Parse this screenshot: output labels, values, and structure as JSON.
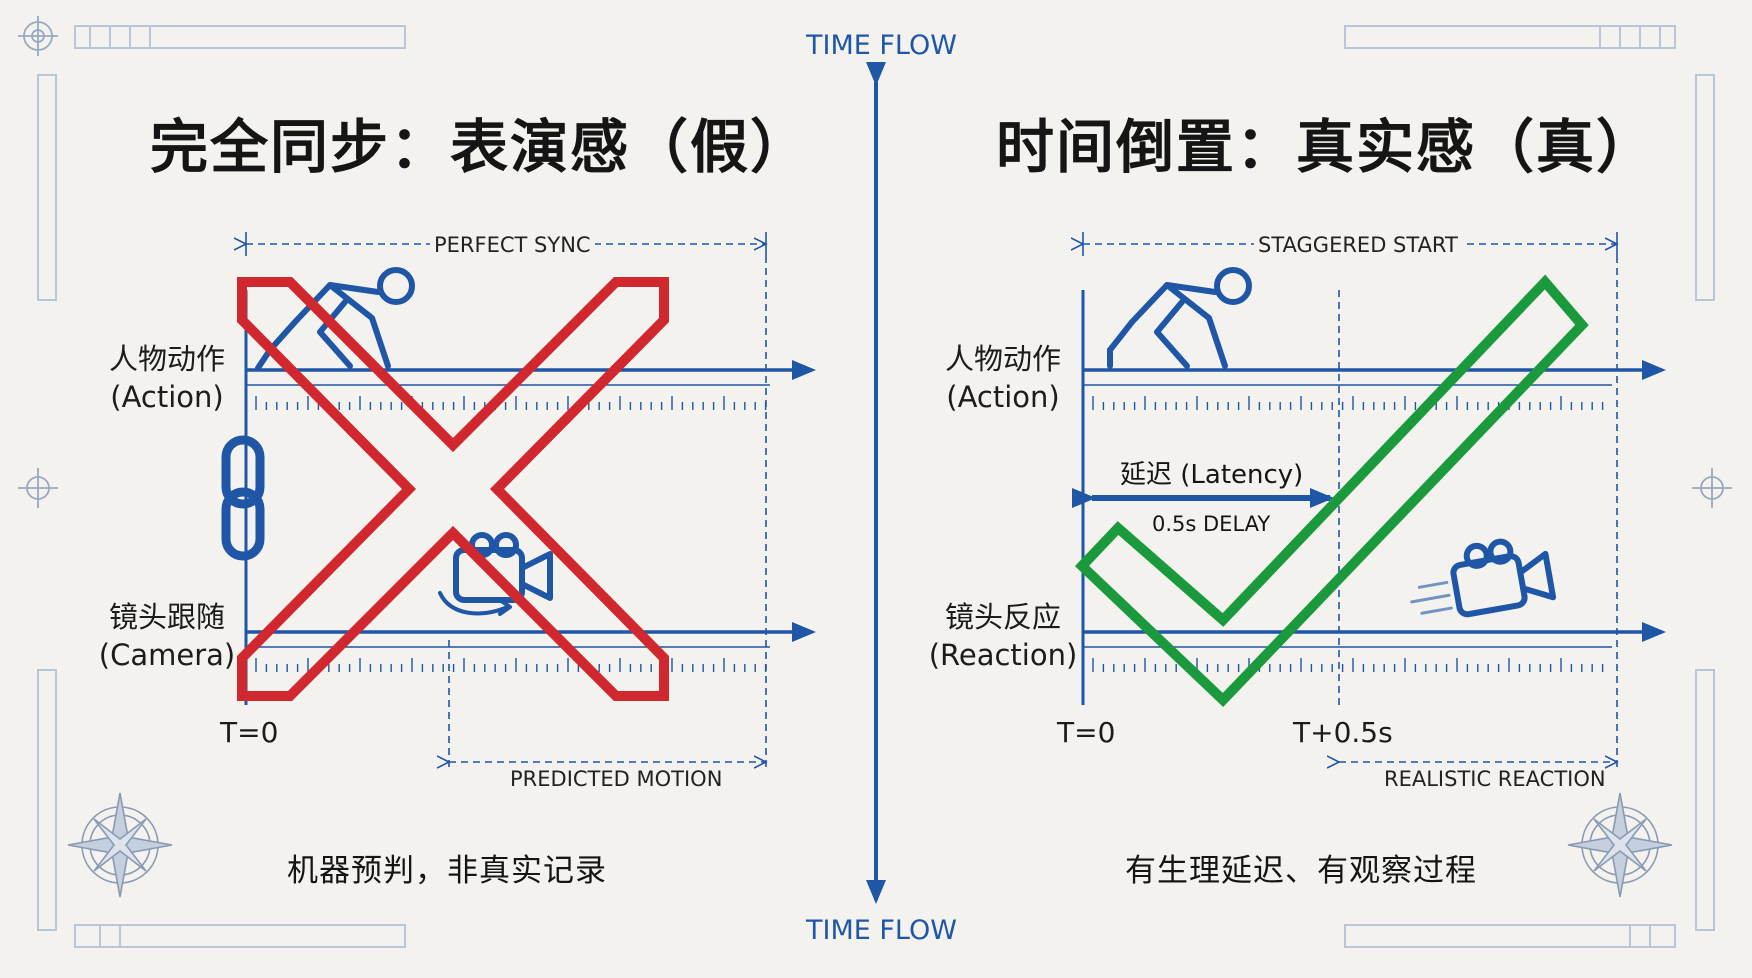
{
  "center": {
    "top_label": "TIME FLOW",
    "bottom_label": "TIME FLOW"
  },
  "left_panel": {
    "title": "完全同步：表演感（假）",
    "span_label": "PERFECT SYNC",
    "action_label_cn": "人物动作",
    "action_label_en": "(Action)",
    "camera_label_cn": "镜头跟随",
    "camera_label_en": "(Camera)",
    "t0_label": "T=0",
    "bottom_span_label": "PREDICTED MOTION",
    "caption": "机器预判，非真实记录",
    "verdict": "cross"
  },
  "right_panel": {
    "title": "时间倒置：真实感（真）",
    "span_label": "STAGGERED START",
    "action_label_cn": "人物动作",
    "action_label_en": "(Action)",
    "camera_label_cn": "镜头反应",
    "camera_label_en": "(Reaction)",
    "latency_label": "延迟 (Latency)",
    "delay_label": "0.5s DELAY",
    "t0_label": "T=0",
    "t1_label": "T+0.5s",
    "bottom_span_label": "REALISTIC REACTION",
    "caption": "有生理延迟、有观察过程",
    "verdict": "check"
  },
  "colors": {
    "background": "#f3f2ee",
    "blue": "#1f56a6",
    "red": "#d0282e",
    "green": "#1a9a3c",
    "frame": "#b9c6d8"
  },
  "icons": [
    "runner-icon",
    "video-camera-icon",
    "chain-link-icon",
    "compass-rose-icon",
    "crosshair-icon"
  ]
}
